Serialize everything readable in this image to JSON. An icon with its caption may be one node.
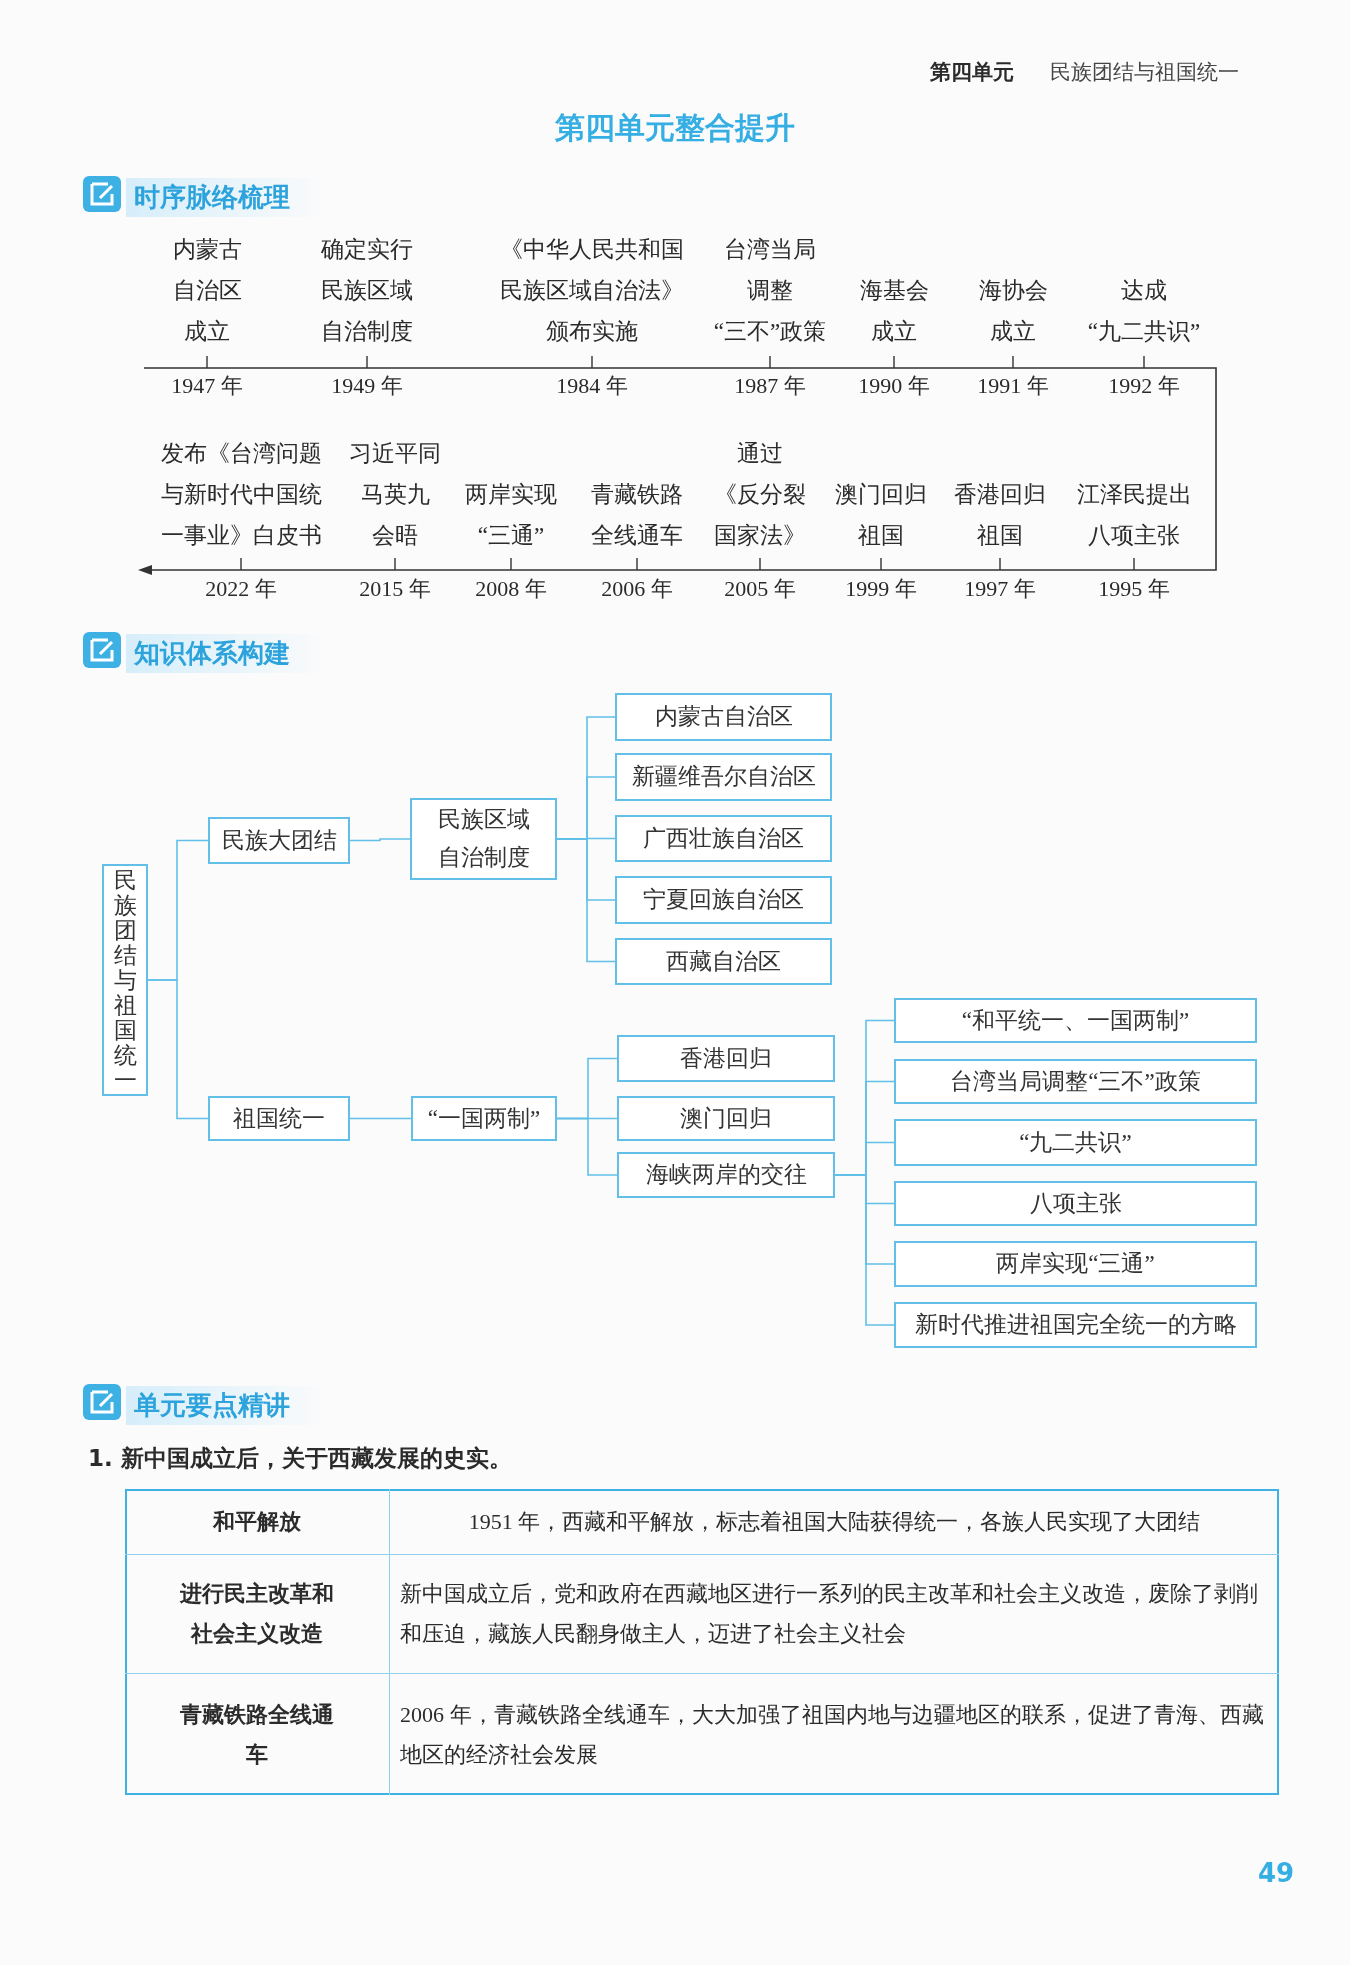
{
  "diagram": {
    "title": "第四单元整合提升",
    "nodes": [
      {
        "text": [
          "民族团结与祖国统一"
        ]
      },
      {
        "text": [
          "民族大团结"
        ]
      },
      {
        "text": [
          "民族区域自治制度"
        ]
      },
      {
        "text": [
          "内蒙古自治区"
        ]
      },
      {
        "text": [
          "新疆维吾尔自治区"
        ]
      },
      {
        "text": [
          "广西壮族自治区"
        ]
      },
      {
        "text": [
          "宁夏回族自治区"
        ]
      },
      {
        "text": [
          "西藏自治区"
        ]
      },
      {
        "text": [
          "祖国统一"
        ]
      },
      {
        "text": [
          "“一国两制”"
        ]
      },
      {
        "text": [
          "香港回归"
        ]
      },
      {
        "text": [
          "澳门回归"
        ]
      },
      {
        "text": [
          "海峡两岸的交往"
        ]
      },
      {
        "text": [
          "“和平统一、一国两制”"
        ]
      },
      {
        "text": [
          "台湾当局调整“三不”政策"
        ]
      },
      {
        "text": [
          "“九二共识”"
        ]
      },
      {
        "text": [
          "八项主张"
        ]
      },
      {
        "text": [
          "两岸实现“三通”"
        ]
      },
      {
        "text": [
          "新时代推进祖国完全统一的方略"
        ]
      }
    ],
    "edges": [
      {
        "from": 0,
        "to": 1,
        "arrow": "none"
      },
      {
        "from": 0,
        "to": 8,
        "arrow": "none"
      },
      {
        "from": 1,
        "to": 2,
        "arrow": "none"
      },
      {
        "from": 2,
        "to": 3,
        "arrow": "none"
      },
      {
        "from": 2,
        "to": 4,
        "arrow": "none"
      },
      {
        "from": 2,
        "to": 5,
        "arrow": "none"
      },
      {
        "from": 2,
        "to": 6,
        "arrow": "none"
      },
      {
        "from": 2,
        "to": 7,
        "arrow": "none"
      },
      {
        "from": 8,
        "to": 9,
        "arrow": "none"
      },
      {
        "from": 9,
        "to": 10,
        "arrow": "none"
      },
      {
        "from": 9,
        "to": 11,
        "arrow": "none"
      },
      {
        "from": 9,
        "to": 12,
        "arrow": "none"
      },
      {
        "from": 12,
        "to": 13,
        "arrow": "none"
      },
      {
        "from": 12,
        "to": 14,
        "arrow": "none"
      },
      {
        "from": 12,
        "to": 15,
        "arrow": "none"
      },
      {
        "from": 12,
        "to": 16,
        "arrow": "none"
      },
      {
        "from": 12,
        "to": 17,
        "arrow": "none"
      },
      {
        "from": 12,
        "to": 18,
        "arrow": "none"
      }
    ],
    "labels": [
      "第四单元",
      "民族团结与祖国统一",
      "时序脉络梳理",
      "内蒙古自治区成立",
      "确定实行民族区域自治制度",
      "《中华人民共和国民族区域自治法》颁布实施",
      "台湾当局调整“三不”政策",
      "海基会成立",
      "海协会成立",
      "达成“九二共识”",
      "1947 年",
      "1949 年",
      "1984 年",
      "1987 年",
      "1990 年",
      "1991 年",
      "1992 年",
      "发布《台湾问题与新时代中国统一事业》白皮书",
      "习近平同马英九会晤",
      "两岸实现“三通”",
      "青藏铁路全线通车",
      "通过《反分裂国家法》",
      "澳门回归祖国",
      "香港回归祖国",
      "江泽民提出八项主张",
      "2022 年",
      "2015 年",
      "2008 年",
      "2006 年",
      "2005 年",
      "1999 年",
      "1997 年",
      "1995 年",
      "知识体系构建",
      "单元要点精讲",
      "1. 新中国成立后，关于西藏发展的史实。",
      "和平解放",
      "1951 年，西藏和平解放，标志着祖国大陆获得统一，各族人民实现了大团结",
      "进行民主改革和社会主义改造",
      "新中国成立后，党和政府在西藏地区进行一系列的民主改革和社会主义改造，废除了剥削和压迫，藏族人民翻身做主人，迈进了社会主义社会",
      "青藏铁路全线通车",
      "2006 年，青藏铁路全线通车，大大加强了祖国内地与边疆地区的联系，促进了青海、西藏地区的经济社会发展",
      "49"
    ]
  }
}
